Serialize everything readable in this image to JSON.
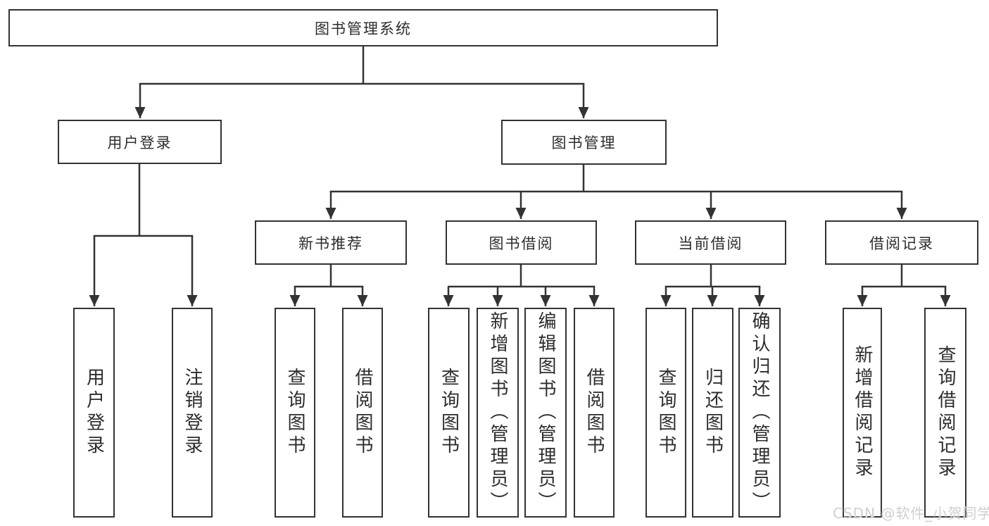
{
  "root": {
    "label": "图书管理系统"
  },
  "level1": {
    "user_login": {
      "label": "用户登录"
    },
    "book_management": {
      "label": "图书管理"
    }
  },
  "level2": {
    "new_book_recommend": {
      "label": "新书推荐"
    },
    "book_borrowing": {
      "label": "图书借阅"
    },
    "current_borrowing": {
      "label": "当前借阅"
    },
    "borrow_records": {
      "label": "借阅记录"
    }
  },
  "leaves": {
    "user_login": [
      {
        "label": "用户登录"
      },
      {
        "label": "注销登录"
      }
    ],
    "new_book_recommend": [
      {
        "label": "查询图书"
      },
      {
        "label": "借阅图书"
      }
    ],
    "book_borrowing": [
      {
        "label": "查询图书"
      },
      {
        "label": "新增图书（管理员）"
      },
      {
        "label": "编辑图书（管理员）"
      },
      {
        "label": "借阅图书"
      }
    ],
    "current_borrowing": [
      {
        "label": "查询图书"
      },
      {
        "label": "归还图书"
      },
      {
        "label": "确认归还（管理员）"
      }
    ],
    "borrow_records": [
      {
        "label": "新增借阅记录"
      },
      {
        "label": "查询借阅记录"
      }
    ]
  },
  "watermark": "CSDN @软件_小贺同学",
  "colors": {
    "line": "#333333",
    "box_background": "#ffffff",
    "text": "#2d2d2d",
    "watermark": "#cfcfcf"
  }
}
